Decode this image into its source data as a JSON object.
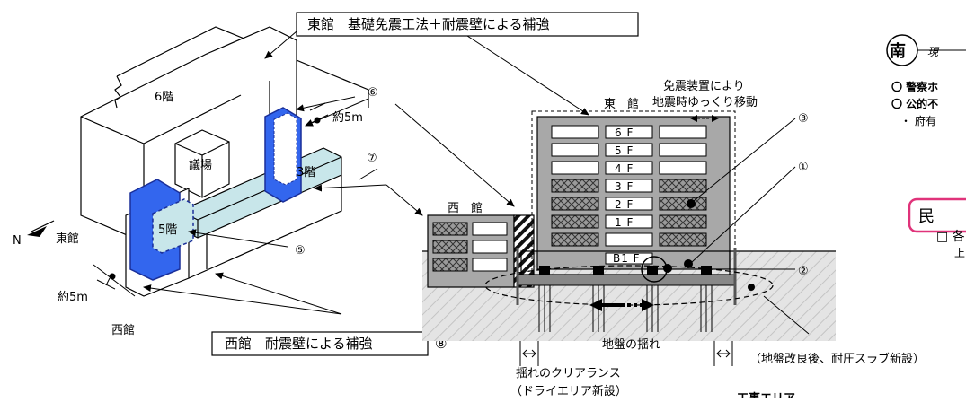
{
  "labels": {
    "east_title": "東館　基礎免震工法＋耐震壁による補強",
    "west_title": "西館　耐震壁による補強",
    "west_title_num": "⑧",
    "floor6_iso": "6階",
    "floor3_iso": "3階",
    "floor5_iso": "5階",
    "gijo": "議場",
    "about5m_top": "約5m",
    "about5m_left": "約5m",
    "north": "N",
    "east_wing": "東館",
    "west_wing": "西館",
    "num1": "①",
    "num2": "②",
    "num3": "③",
    "num5": "⑤",
    "num6": "⑥",
    "num7": "⑦",
    "isolation_note_1": "免震装置により",
    "isolation_note_2": "地震時ゆっくり移動",
    "section_east": "東　館",
    "section_west": "西　館",
    "f6": "6 F",
    "f5": "5 F",
    "f4": "4 F",
    "f3": "3 F",
    "f2": "2 F",
    "f1": "1 F",
    "b1": "B1 F",
    "ground_shake": "地盤の揺れ",
    "clearance_1": "揺れのクリアランス",
    "clearance_2": "（ドライエリア新設）",
    "ground_improve": "（地盤改良後、耐圧スラブ新設）",
    "south_badge": "南",
    "south_text": "現",
    "right_item1": "〇 警察ホ",
    "right_item2": "〇 公的不",
    "right_item3": "・ 府有",
    "min_badge": "民",
    "right_item4": "□ 各",
    "right_item5": "上"
  },
  "colors": {
    "blue_wall": "#3366ee",
    "light_blue": "#c8e6ea",
    "gray_building": "#a8a8a8",
    "hatch_gray": "#bdbdbd",
    "pink_border": "#e0337a"
  }
}
